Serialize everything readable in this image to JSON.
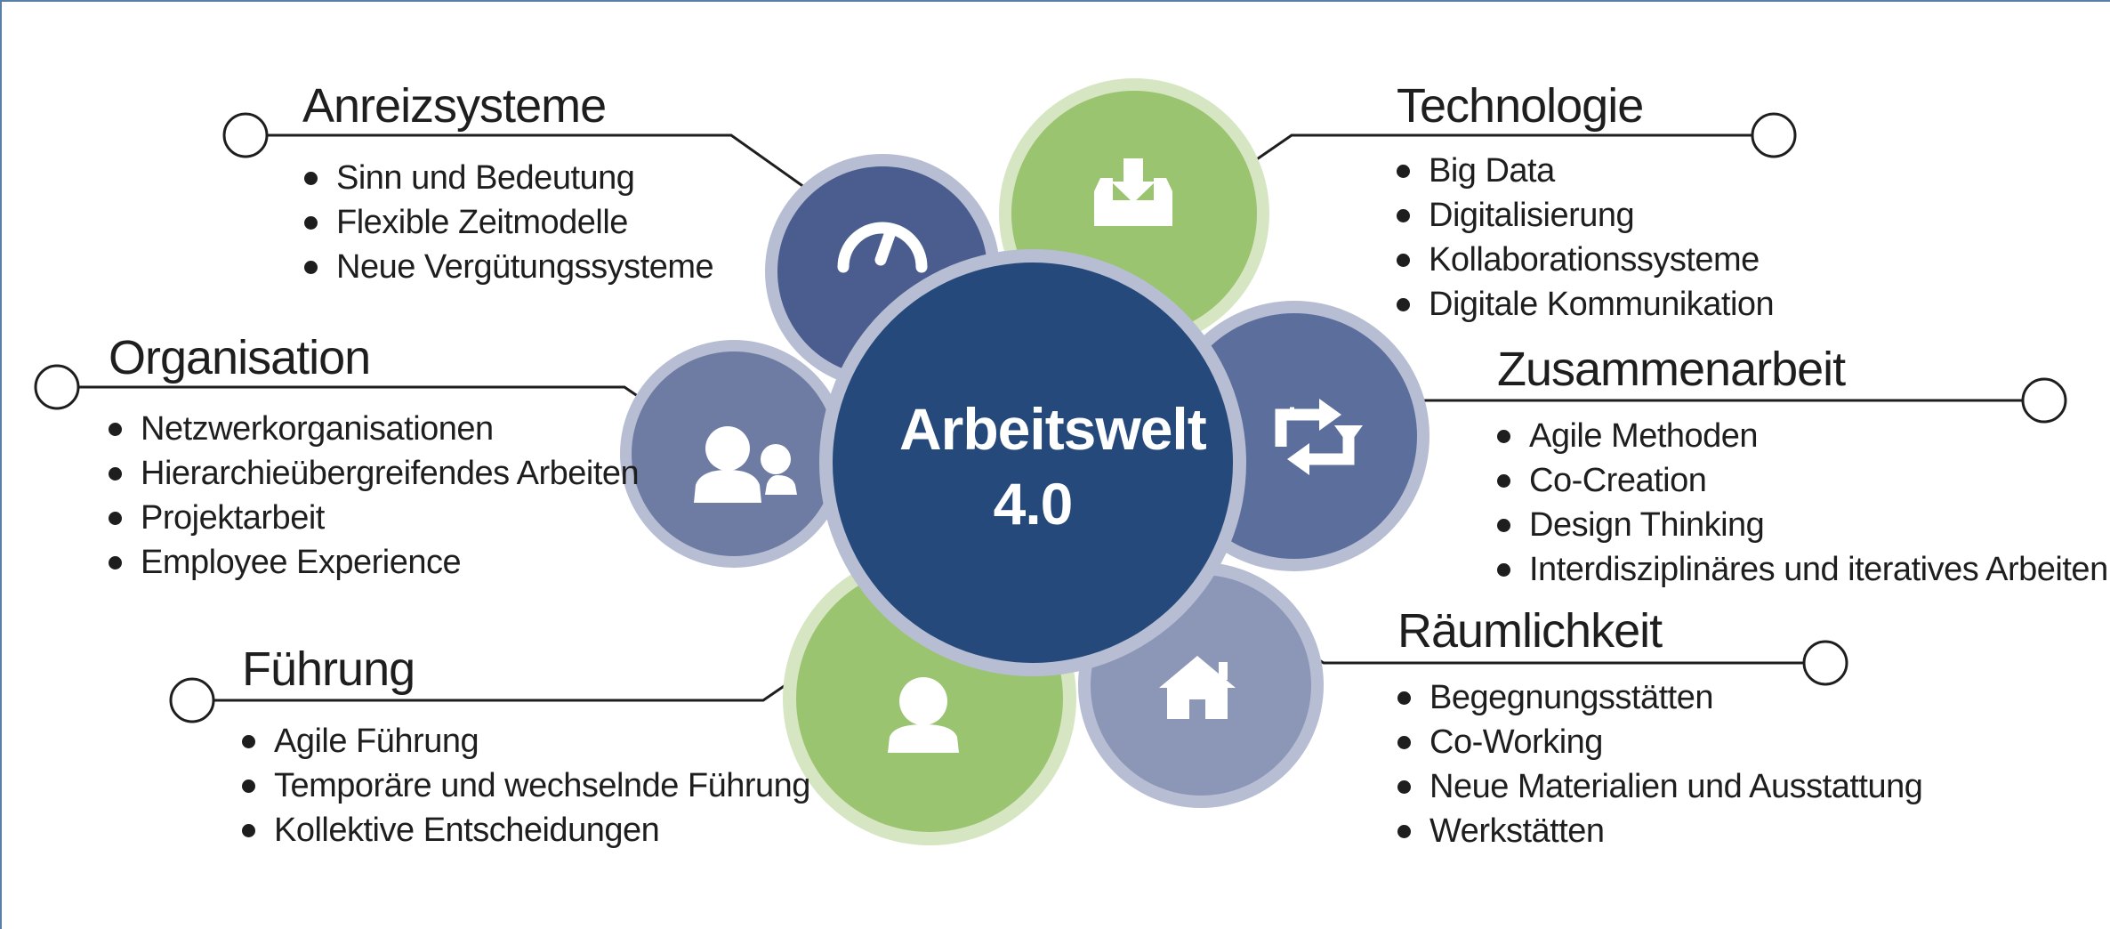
{
  "center": {
    "line1": "Arbeitswelt",
    "line2": "4.0"
  },
  "topics": [
    {
      "title": "Anreizsysteme",
      "icon": "gauge-icon",
      "items": [
        "Sinn und Bedeutung",
        "Flexible Zeitmodelle",
        "Neue Vergütungssysteme"
      ]
    },
    {
      "title": "Technologie",
      "icon": "download-tray-icon",
      "items": [
        "Big Data",
        "Digitalisierung",
        "Kollaborationssysteme",
        "Digitale Kommunikation"
      ]
    },
    {
      "title": "Organisation",
      "icon": "users-icon",
      "items": [
        "Netzwerkorganisationen",
        "Hierarchieübergreifendes Arbeiten",
        "Projektarbeit",
        "Employee Experience"
      ]
    },
    {
      "title": "Zusammenarbeit",
      "icon": "repeat-arrows-icon",
      "items": [
        "Agile Methoden",
        "Co-Creation",
        "Design Thinking",
        "Interdisziplinäres und iteratives Arbeiten"
      ]
    },
    {
      "title": "Führung",
      "icon": "person-icon",
      "items": [
        "Agile Führung",
        "Temporäre und wechselnde Führung",
        "Kollektive Entscheidungen"
      ]
    },
    {
      "title": "Räumlichkeit",
      "icon": "house-icon",
      "items": [
        "Begegnungsstätten",
        "Co-Working",
        "Neue Materialien und Ausstattung",
        "Werkstätten"
      ]
    }
  ],
  "colors": {
    "center": "#25497a",
    "center_ring": "#b7bdd2",
    "blue_petal_dark": "#4a5d8e",
    "blue_petal_mid": "#5c6e9c",
    "blue_petal_light": "#6e7ca4",
    "blue_petal_pale": "#8c97b8",
    "green_petal": "#9ac46f",
    "green_ring": "#d6e6c2",
    "line": "#1e1e1e"
  }
}
